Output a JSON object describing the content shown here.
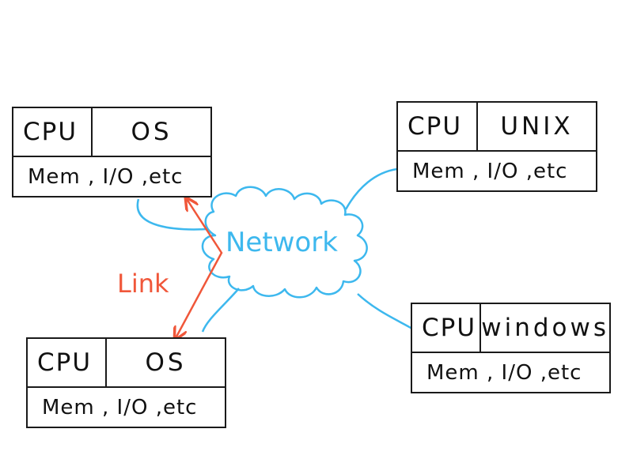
{
  "colors": {
    "network": "#3db8ee",
    "link": "#f0573a",
    "box": "#1a1a1a"
  },
  "network": {
    "label": "Network"
  },
  "link": {
    "label": "Link"
  },
  "nodes": [
    {
      "cpu": "CPU",
      "os": "OS",
      "resources": "Mem , I/O ,etc"
    },
    {
      "cpu": "CPU",
      "os": "UNIX",
      "resources": "Mem , I/O ,etc"
    },
    {
      "cpu": "CPU",
      "os": "OS",
      "resources": "Mem , I/O ,etc"
    },
    {
      "cpu": "CPU",
      "os": "windows",
      "resources": "Mem , I/O ,etc"
    }
  ]
}
